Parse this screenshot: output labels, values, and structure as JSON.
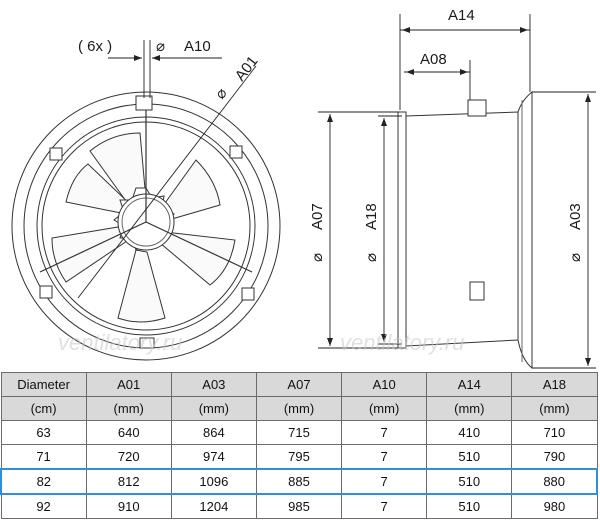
{
  "labels": {
    "front_count": "( 6x )",
    "dim_a10": "A10",
    "dim_a01": "A01",
    "dim_a14": "A14",
    "dim_a08": "A08",
    "dim_a07": "A07",
    "dim_a18": "A18",
    "dim_a03": "A03",
    "diameter_symbol": "⌀"
  },
  "watermark": "ventilatory.ru",
  "table": {
    "header_row1": [
      "Diameter",
      "A01",
      "A03",
      "A07",
      "A10",
      "A14",
      "A18"
    ],
    "header_row2": [
      "(cm)",
      "(mm)",
      "(mm)",
      "(mm)",
      "(mm)",
      "(mm)",
      "(mm)"
    ],
    "rows": [
      [
        "63",
        "640",
        "864",
        "715",
        "7",
        "410",
        "710"
      ],
      [
        "71",
        "720",
        "974",
        "795",
        "7",
        "510",
        "790"
      ],
      [
        "82",
        "812",
        "1096",
        "885",
        "7",
        "510",
        "880"
      ],
      [
        "92",
        "910",
        "1204",
        "985",
        "7",
        "510",
        "980"
      ]
    ],
    "highlighted_row": "82",
    "highlight_color": "#2f8fd8",
    "header_bg": "#d9d9d9"
  }
}
